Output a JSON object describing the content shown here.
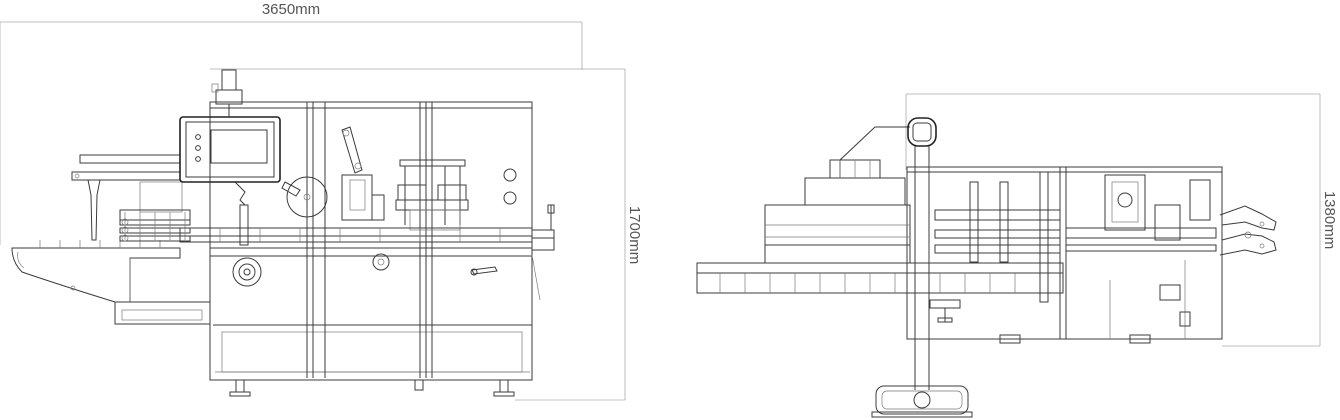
{
  "dimensions": {
    "front_width": "3650mm",
    "front_height": "1700mm",
    "side_height": "1380mm"
  },
  "colors": {
    "line": "#3b3b3b",
    "dimension_line": "#aaaaaa",
    "dimension_text": "#555555",
    "background": "#ffffff"
  }
}
